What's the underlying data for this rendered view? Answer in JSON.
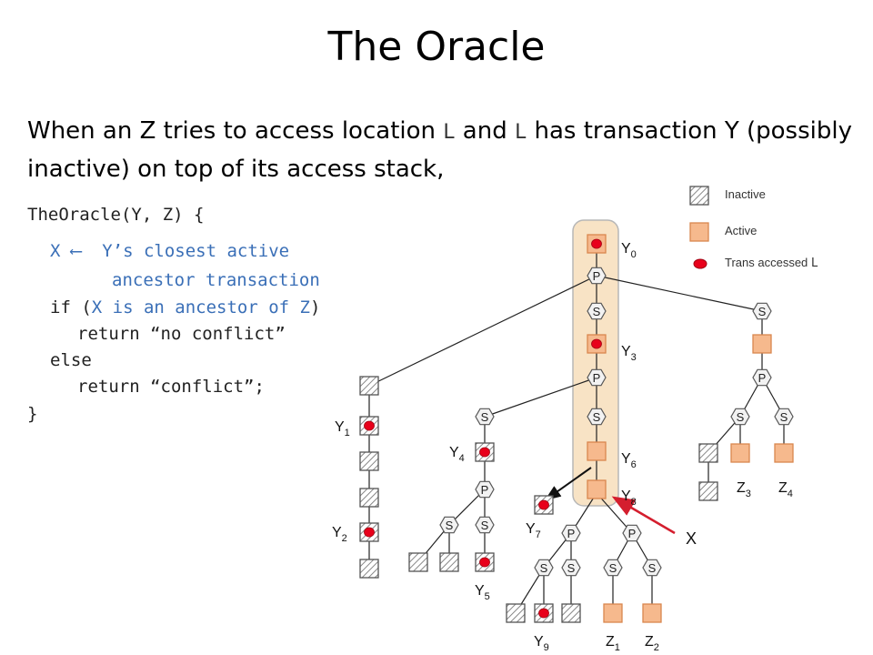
{
  "title": "The Oracle",
  "intro": {
    "p1": "When an Z tries to access location ",
    "loc1": "L",
    "p2": " and ",
    "loc2": "L",
    "p3": " has  transaction Y (possibly inactive) on top of its access stack,"
  },
  "code": {
    "line1": "TheOracle(Y, Z) {",
    "line2": "X ⟵  Y’s closest active",
    "line3": "ancestor transaction",
    "line4a": "if (",
    "line4b": "X is an ancestor of Z",
    "line4c": ")",
    "line5": "return “no conflict”",
    "line6": "else",
    "line7": "return “conflict”;",
    "line8": "}"
  },
  "legend": {
    "inactive": "Inactive",
    "active": "Active",
    "accessed": "Trans accessed ",
    "accessed_loc": "L"
  },
  "node_letters": {
    "parallel": "P",
    "serial": "S"
  },
  "labels": {
    "y0": "Y0",
    "y1": "Y1",
    "y2": "Y2",
    "y3": "Y3",
    "y4": "Y4",
    "y5": "Y5",
    "y6": "Y6",
    "y7": "Y7",
    "y8": "Y8",
    "y9": "Y9",
    "z1": "Z1",
    "z2": "Z2",
    "z3": "Z3",
    "z4": "Z4",
    "x": "X"
  },
  "colors": {
    "active_fill": "#f6b98d",
    "active_stroke": "#d9874f",
    "inactive_stroke": "#555555",
    "dot": "#e8001b",
    "arrow": "#d41e2e",
    "stack_fill": "#f8e3c5",
    "code_blue": "#3a6fb7"
  }
}
